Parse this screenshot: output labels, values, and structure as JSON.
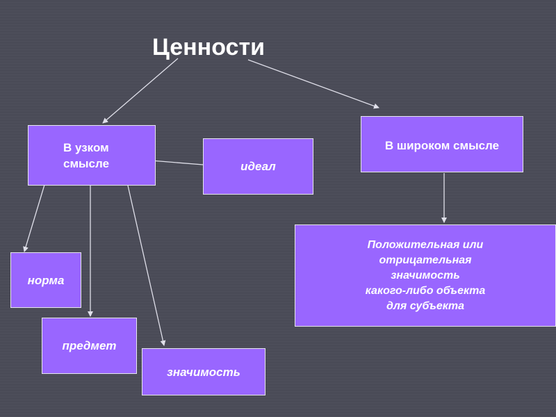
{
  "diagram": {
    "title": "Ценности",
    "nodes": {
      "narrow": "В узком\nсмысле",
      "broad": "В широком смысле",
      "ideal": "идеал",
      "norm": "норма",
      "subject": "предмет",
      "significance": "значимость",
      "definition": "Положительная или\nотрицательная\nзначимость\nкакого-либо объекта\nдля субъекта"
    }
  },
  "colors": {
    "background": "#4a4b57",
    "box_fill": "#9966ff",
    "box_border": "#e6e6f0",
    "text": "#ffffff",
    "connector": "#e0e0ea"
  }
}
